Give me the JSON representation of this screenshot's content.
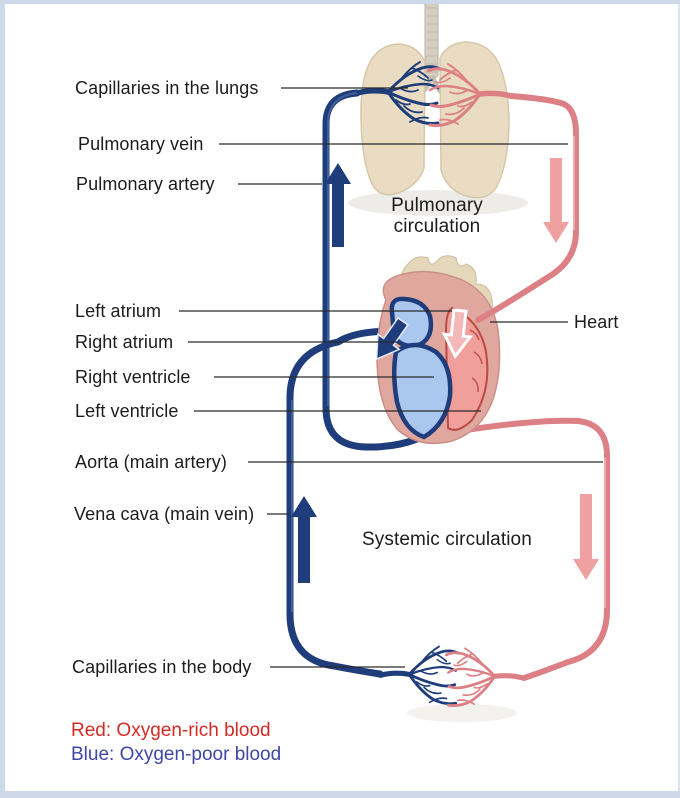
{
  "figure": {
    "type": "anatomy-diagram",
    "subject": "Human circulatory system: pulmonary and systemic circulation"
  },
  "labels": {
    "capillaries_lungs": "Capillaries in the lungs",
    "pulmonary_vein": "Pulmonary vein",
    "pulmonary_artery": "Pulmonary artery",
    "pulmonary_circulation": "Pulmonary circulation",
    "left_atrium": "Left atrium",
    "right_atrium": "Right atrium",
    "right_ventricle": "Right ventricle",
    "left_ventricle": "Left ventricle",
    "heart": "Heart",
    "aorta": "Aorta (main artery)",
    "vena_cava": "Vena cava (main vein)",
    "systemic_circulation": "Systemic circulation",
    "capillaries_body": "Capillaries in the body"
  },
  "legend": {
    "red": "Red: Oxygen-rich blood",
    "blue": "Blue: Oxygen-poor blood"
  },
  "colors": {
    "navy": "#1f3d7a",
    "vessel-red": "#dd8085",
    "arrow-pink": "#efa0a0",
    "lung-beige": "#e9dcc3",
    "lung-edge": "#d6c7a8",
    "trachea": "#d6cfc1",
    "heart-muscle": "#e0a79f",
    "heart-red-chamber": "#f09f9b",
    "heart-blue-chamber": "#aac7f0",
    "legend-red": "#d32b24",
    "legend-blue": "#3f47a5",
    "label-ink": "#1c1c1c",
    "leader-line": "#2a2a2a",
    "frame-border": "#cdd9e9"
  }
}
